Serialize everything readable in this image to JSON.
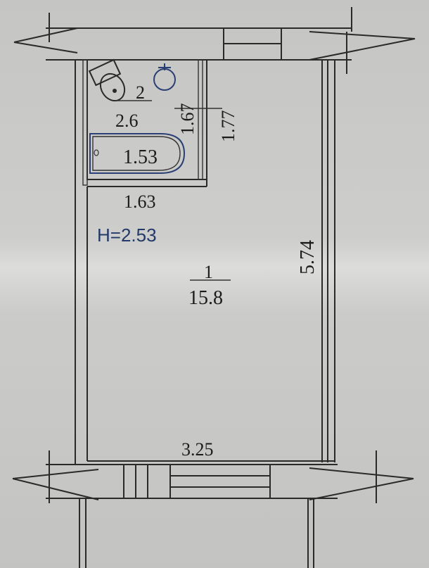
{
  "room_main": {
    "number": "1",
    "area": "15.8",
    "height_note": "H=2.53"
  },
  "room_bath": {
    "number": "2",
    "area": "2.6"
  },
  "dimensions": {
    "bath_width": "1.63",
    "bath_height_inner": "1.67",
    "bath_height_outer": "1.77",
    "tub_length": "1.53",
    "room_length": "5.74",
    "room_width": "3.25"
  },
  "colors": {
    "paper": "#c9c9c7",
    "ink": "#2a2a2a",
    "annotation": "#223a6a"
  }
}
